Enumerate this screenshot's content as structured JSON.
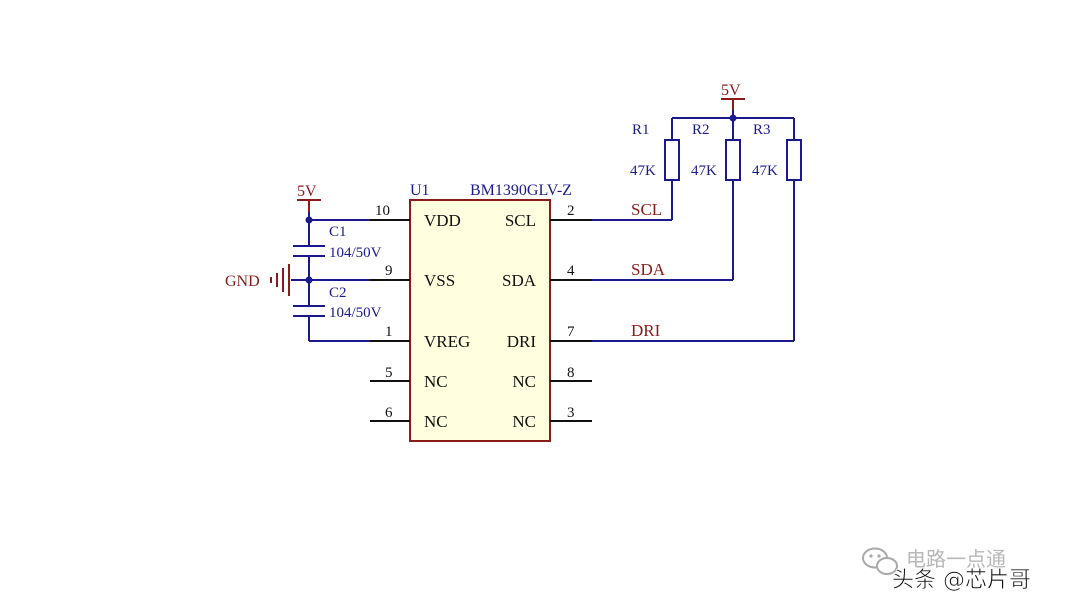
{
  "chip": {
    "designator": "U1",
    "part": "BM1390GLV-Z",
    "pins_left": [
      {
        "num": "10",
        "name": "VDD"
      },
      {
        "num": "9",
        "name": "VSS"
      },
      {
        "num": "1",
        "name": "VREG"
      },
      {
        "num": "5",
        "name": "NC"
      },
      {
        "num": "6",
        "name": "NC"
      }
    ],
    "pins_right": [
      {
        "num": "2",
        "name": "SCL"
      },
      {
        "num": "4",
        "name": "SDA"
      },
      {
        "num": "7",
        "name": "DRI"
      },
      {
        "num": "8",
        "name": "NC"
      },
      {
        "num": "3",
        "name": "NC"
      }
    ]
  },
  "nets": {
    "vdd_left": "5V",
    "vdd_top": "5V",
    "gnd": "GND",
    "scl": "SCL",
    "sda": "SDA",
    "dri": "DRI"
  },
  "capacitors": [
    {
      "ref": "C1",
      "value": "104/50V"
    },
    {
      "ref": "C2",
      "value": "104/50V"
    }
  ],
  "resistors": [
    {
      "ref": "R1",
      "value": "47K"
    },
    {
      "ref": "R2",
      "value": "47K"
    },
    {
      "ref": "R3",
      "value": "47K"
    }
  ],
  "watermark": {
    "wechat": "电路一点通",
    "toutiao": "头条 @芯片哥"
  },
  "colors": {
    "wire": "#1a1a8c",
    "power": "#8b1a1a",
    "chip_fill": "#ffffe0"
  }
}
